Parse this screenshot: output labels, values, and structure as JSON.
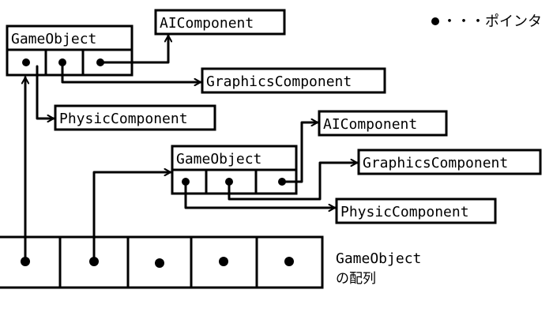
{
  "legend": {
    "symbol": "●",
    "text": "・・・ポインタ"
  },
  "objects": [
    {
      "title": "GameObject",
      "components": [
        "AIComponent",
        "GraphicsComponent",
        "PhysicComponent"
      ]
    },
    {
      "title": "GameObject",
      "components": [
        "AIComponent",
        "GraphicsComponent",
        "PhysicComponent"
      ]
    }
  ],
  "array": {
    "cell_count": 5,
    "label_line1": "GameObject",
    "label_line2": "の配列"
  }
}
